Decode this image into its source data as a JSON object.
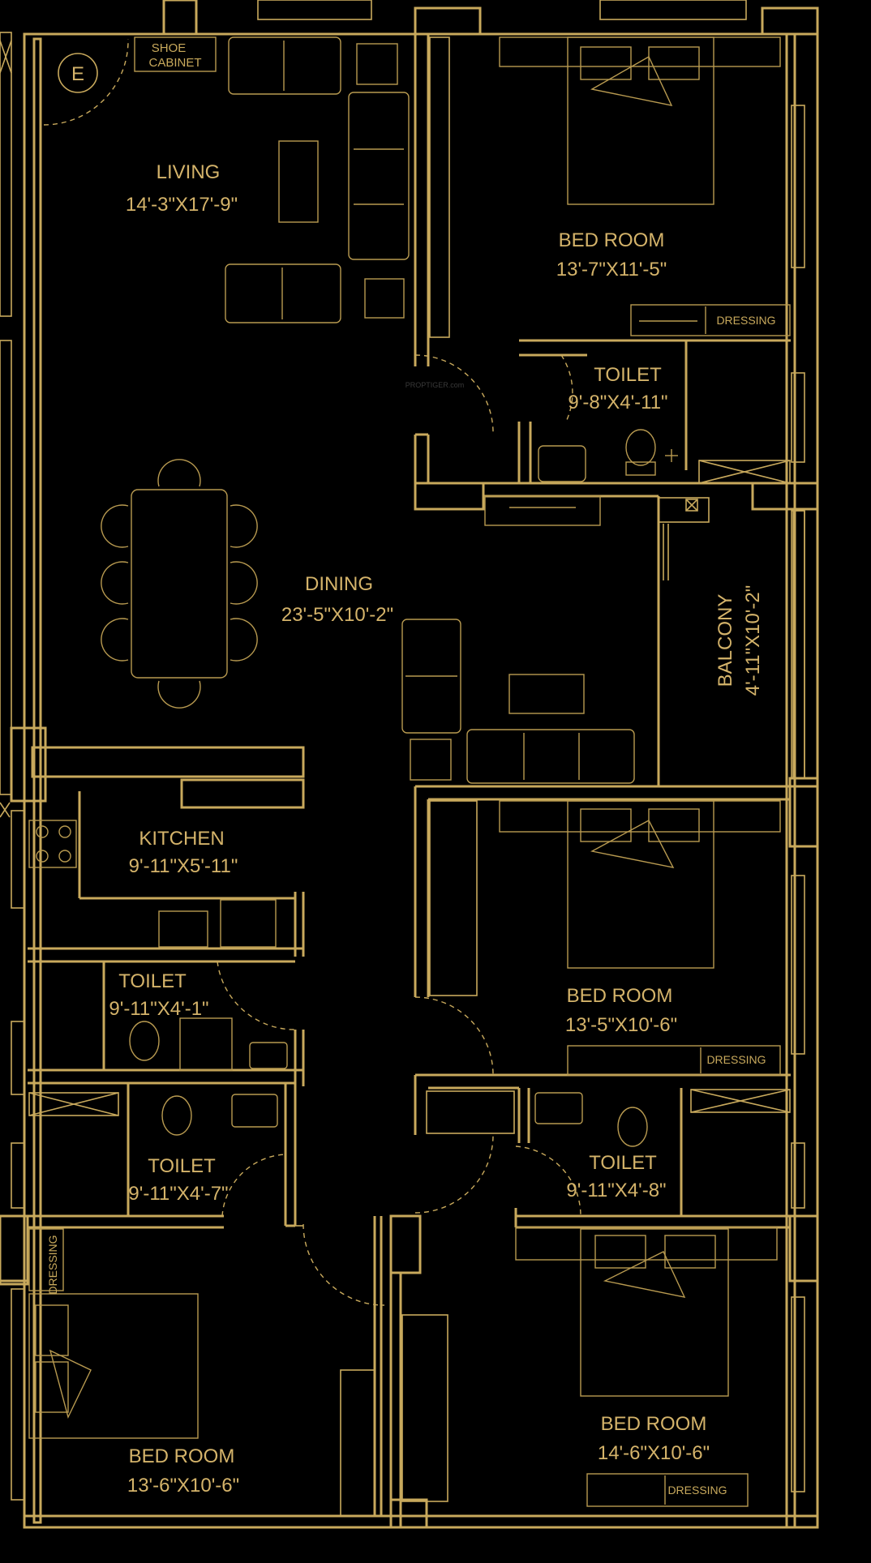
{
  "colors": {
    "background": "#000000",
    "line": "#c8a95c",
    "text": "#d4b36a"
  },
  "entrance_marker": "E",
  "shoe_cabinet": {
    "line1": "SHOE",
    "line2": "CABINET"
  },
  "watermark": "PROPTIGER.com",
  "rooms": {
    "living": {
      "name": "LIVING",
      "size": "14'-3\"X17'-9\""
    },
    "dining": {
      "name": "DINING",
      "size": "23'-5\"X10'-2\""
    },
    "kitchen": {
      "name": "KITCHEN",
      "size": "9'-11\"X5'-11\""
    },
    "bedroom_top_right": {
      "name": "BED ROOM",
      "size": "13'-7\"X11'-5\"",
      "dressing": "DRESSING"
    },
    "toilet_top_right": {
      "name": "TOILET",
      "size": "9'-8\"X4'-11\""
    },
    "balcony": {
      "name": "BALCONY",
      "size": "4'-11\"X10'-2\""
    },
    "toilet_kitchen": {
      "name": "TOILET",
      "size": "9'-11\"X4'-1\""
    },
    "bedroom_mid_right": {
      "name": "BED ROOM",
      "size": "13'-5\"X10'-6\"",
      "dressing": "DRESSING"
    },
    "toilet_left": {
      "name": "TOILET",
      "size": "9'-11\"X4'-7\""
    },
    "toilet_right": {
      "name": "TOILET",
      "size": "9'-11\"X4'-8\""
    },
    "bedroom_bottom_left": {
      "name": "BED ROOM",
      "size": "13'-6\"X10'-6\"",
      "dressing": "DRESSING"
    },
    "bedroom_bottom_right": {
      "name": "BED ROOM",
      "size": "14'-6\"X10'-6\"",
      "dressing": "DRESSING"
    }
  }
}
